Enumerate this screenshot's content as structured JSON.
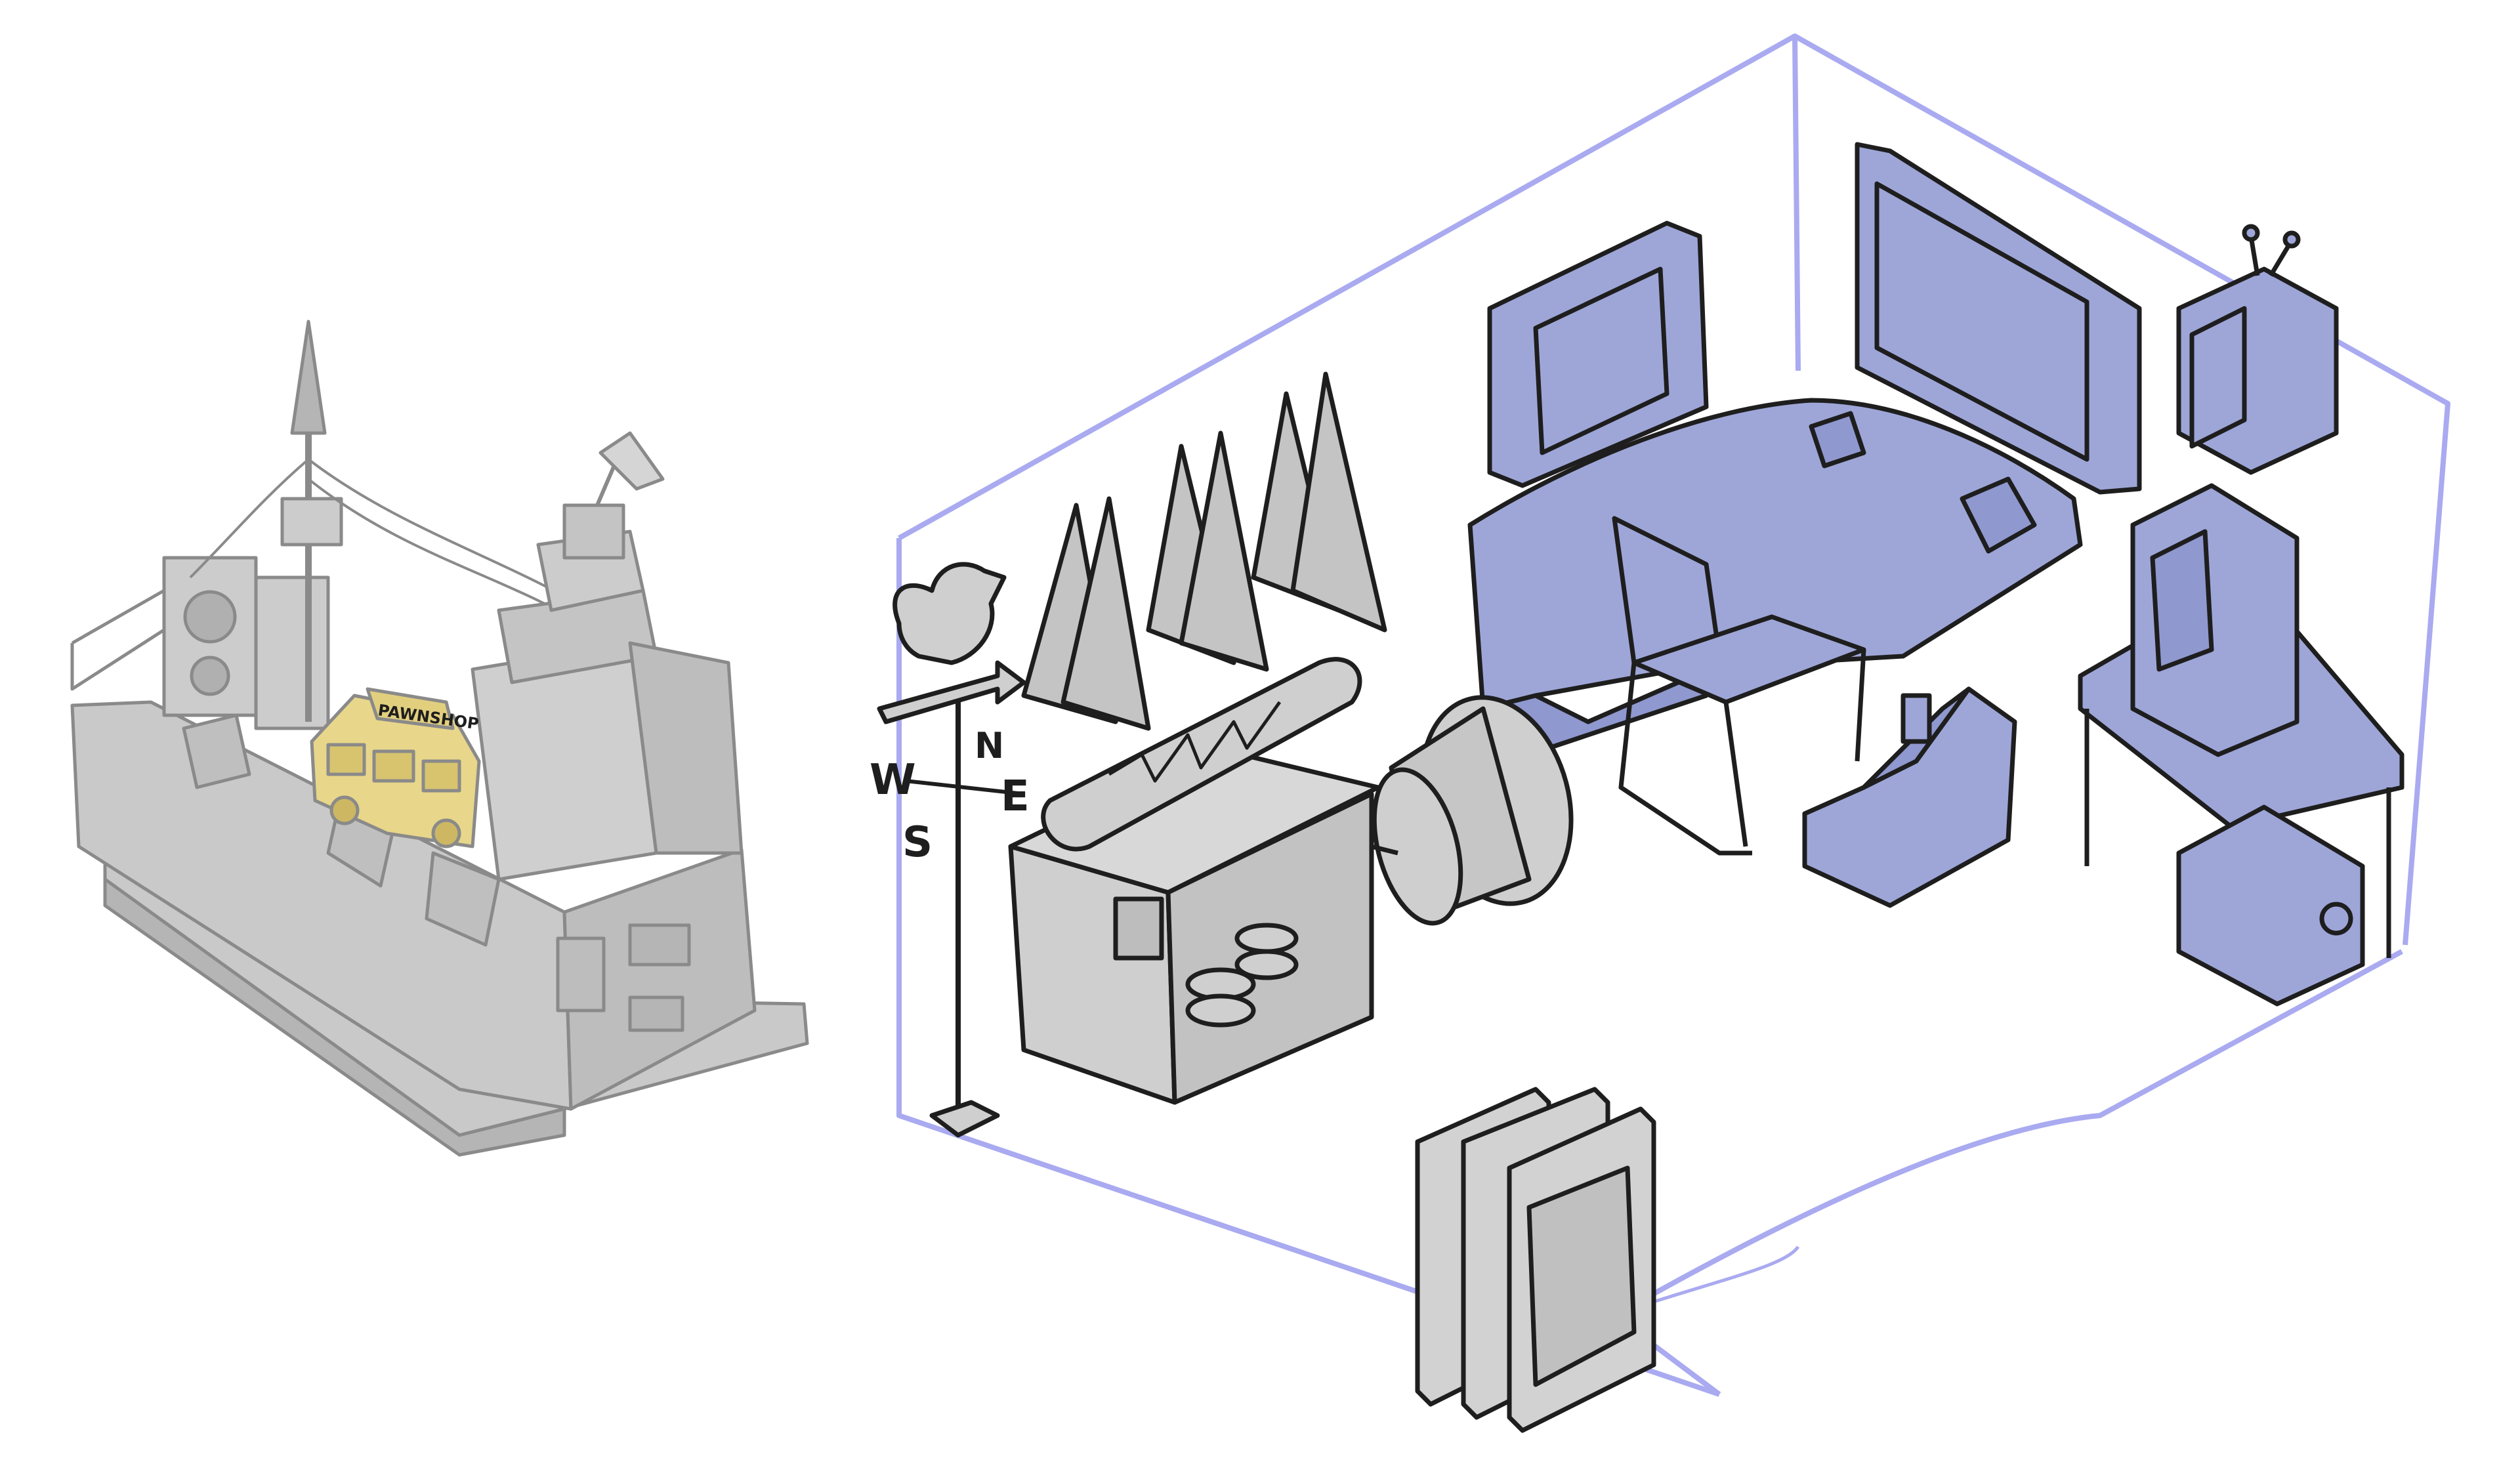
{
  "palette": {
    "background": "#ffffff",
    "ink": "#1e1e1e",
    "ship_gray": "#c9c9c9",
    "ship_stroke": "#8a8a8a",
    "highlight_yellow": "#e8d68a",
    "room_outline": "#a9aaf0",
    "furniture_blue": "#9ea6d8",
    "prop_gray": "#cfcfcf"
  },
  "labels": {
    "shop_sign": "PAWNSHOP",
    "compass_west": "W",
    "compass_north": "N",
    "compass_east": "E",
    "compass_south": "S"
  },
  "icons": [
    "ship-icon",
    "weathervane-icon",
    "rooster-icon",
    "lantern-icon",
    "rolled-rug-icon",
    "cable-spool-icon",
    "monitor-icon",
    "tv-icon",
    "computer-icon",
    "chair-icon",
    "folding-chair-icon"
  ]
}
